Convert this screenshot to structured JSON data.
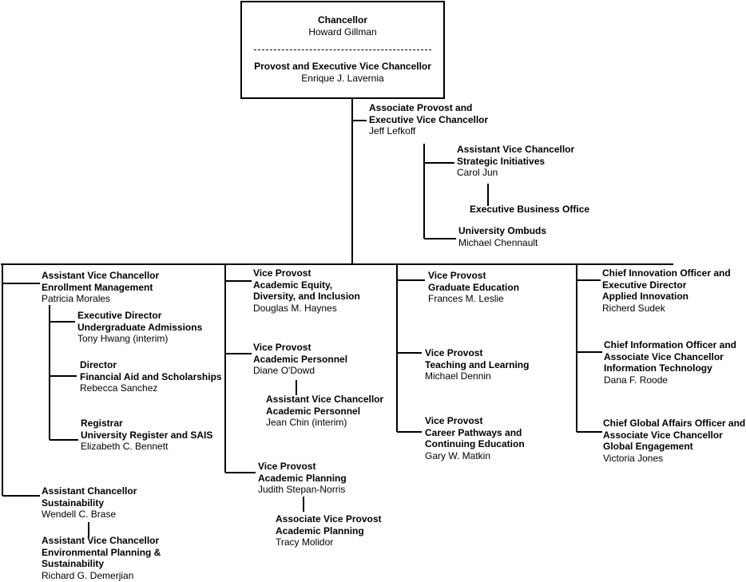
{
  "top": {
    "chancellor_title": "Chancellor",
    "chancellor_name": "Howard Gillman",
    "provost_title": "Provost and Executive Vice Chancellor",
    "provost_name": "Enrique J. Lavernia"
  },
  "nodes": {
    "assoc_provost": {
      "t1": "Associate Provost and",
      "t2": "Executive Vice Chancellor",
      "name": "Jeff Lefkoff"
    },
    "avc_strategic": {
      "t1": "Assistant Vice Chancellor",
      "t2": "Strategic Initiatives",
      "name": "Carol Jun"
    },
    "exec_business": {
      "t1": "Executive Business Office"
    },
    "ombuds": {
      "t1": "University Ombuds",
      "name": "Michael Chennault"
    },
    "avc_enrollment": {
      "t1": "Assistant Vice Chancellor",
      "t2": "Enrollment Management",
      "name": "Patricia Morales"
    },
    "ed_admissions": {
      "t1": "Executive Director",
      "t2": "Undergraduate Admissions",
      "name": "Tony Hwang (interim)"
    },
    "dir_finaid": {
      "t1": "Director",
      "t2": "Financial Aid and Scholarships",
      "name": "Rebecca Sanchez"
    },
    "registrar": {
      "t1": "Registrar",
      "t2": "University Register and SAIS",
      "name": "Elizabeth C. Bennett"
    },
    "ac_sustain": {
      "t1": "Assistant Chancellor",
      "t2": "Sustainability",
      "name": "Wendell C. Brase"
    },
    "avc_env": {
      "t1": "Assistant Vice Chancellor",
      "t2": "Environmental Planning &",
      "t3": "Sustainability",
      "name": "Richard G. Demerjian"
    },
    "vp_equity": {
      "t1": "Vice Provost",
      "t2": "Academic Equity,",
      "t3": "Diversity, and Inclusion",
      "name": "Douglas M. Haynes"
    },
    "vp_personnel": {
      "t1": "Vice Provost",
      "t2": "Academic Personnel",
      "name": "Diane O'Dowd"
    },
    "avc_personnel": {
      "t1": "Assistant Vice Chancellor",
      "t2": "Academic Personnel",
      "name": "Jean Chin (interim)"
    },
    "vp_planning": {
      "t1": "Vice Provost",
      "t2": "Academic Planning",
      "name": "Judith Stepan-Norris"
    },
    "avp_planning": {
      "t1": "Associate Vice Provost",
      "t2": "Academic Planning",
      "name": "Tracy Molidor"
    },
    "vp_grad": {
      "t1": "Vice Provost",
      "t2": "Graduate Education",
      "name": "Frances M. Leslie"
    },
    "vp_teaching": {
      "t1": "Vice Provost",
      "t2": "Teaching and Learning",
      "name": "Michael Dennin"
    },
    "vp_career": {
      "t1": "Vice Provost",
      "t2": "Career Pathways and",
      "t3": "Continuing Education",
      "name": "Gary W. Matkin"
    },
    "cio_innov": {
      "t1": "Chief Innovation Officer and",
      "t2": "Executive Director",
      "t3": "Applied Innovation",
      "name": "Richerd Sudek"
    },
    "cio_it": {
      "t1": "Chief Information Officer and",
      "t2": "Associate Vice Chancellor",
      "t3": "Information Technology",
      "name": "Dana F. Roode"
    },
    "cgao": {
      "t1": "Chief Global Affairs Officer and",
      "t2": "Associate Vice Chancellor",
      "t3": "Global Engagement",
      "name": "Victoria Jones"
    }
  }
}
